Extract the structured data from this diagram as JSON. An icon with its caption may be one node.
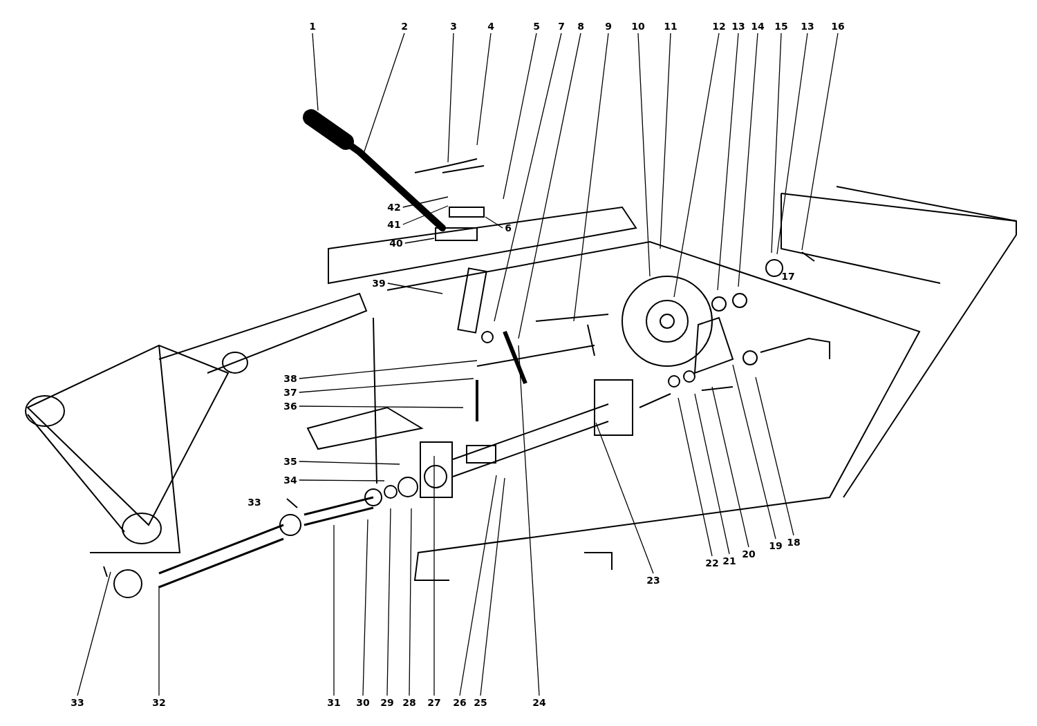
{
  "diagram": {
    "nodes": [
      {
        "text": [
          "1"
        ]
      },
      {
        "text": [
          "2"
        ]
      },
      {
        "text": [
          "3"
        ]
      },
      {
        "text": [
          "4"
        ]
      },
      {
        "text": [
          "5"
        ]
      },
      {
        "text": [
          "7"
        ]
      },
      {
        "text": [
          "8"
        ]
      },
      {
        "text": [
          "9"
        ]
      },
      {
        "text": [
          "10"
        ]
      },
      {
        "text": [
          "11"
        ]
      },
      {
        "text": [
          "12"
        ]
      },
      {
        "text": [
          "13"
        ]
      },
      {
        "text": [
          "14"
        ]
      },
      {
        "text": [
          "15"
        ]
      },
      {
        "text": [
          "13"
        ]
      },
      {
        "text": [
          "16"
        ]
      },
      {
        "text": [
          "42"
        ]
      },
      {
        "text": [
          "41"
        ]
      },
      {
        "text": [
          "6"
        ]
      },
      {
        "text": [
          "40"
        ]
      },
      {
        "text": [
          "39"
        ]
      },
      {
        "text": [
          "38"
        ]
      },
      {
        "text": [
          "37"
        ]
      },
      {
        "text": [
          "36"
        ]
      },
      {
        "text": [
          "35"
        ]
      },
      {
        "text": [
          "34"
        ]
      },
      {
        "text": [
          "33"
        ]
      },
      {
        "text": [
          "32"
        ]
      },
      {
        "text": [
          "31"
        ]
      },
      {
        "text": [
          "30"
        ]
      },
      {
        "text": [
          "29"
        ]
      },
      {
        "text": [
          "28"
        ]
      },
      {
        "text": [
          "27"
        ]
      },
      {
        "text": [
          "26"
        ]
      },
      {
        "text": [
          "25"
        ]
      },
      {
        "text": [
          "24"
        ]
      },
      {
        "text": [
          "23"
        ]
      },
      {
        "text": [
          "22"
        ]
      },
      {
        "text": [
          "21"
        ]
      },
      {
        "text": [
          "20"
        ]
      },
      {
        "text": [
          "19"
        ]
      },
      {
        "text": [
          "18"
        ]
      }
    ],
    "edges": [
      {
        "from": 0,
        "to": null,
        "arrow": "none"
      },
      {
        "from": 1,
        "to": null,
        "arrow": "none"
      },
      {
        "from": 2,
        "to": null,
        "arrow": "none"
      },
      {
        "from": 3,
        "to": null,
        "arrow": "none"
      },
      {
        "from": 4,
        "to": null,
        "arrow": "none"
      },
      {
        "from": 5,
        "to": null,
        "arrow": "none"
      },
      {
        "from": 6,
        "to": null,
        "arrow": "none"
      },
      {
        "from": 7,
        "to": null,
        "arrow": "none"
      },
      {
        "from": 8,
        "to": null,
        "arrow": "none"
      },
      {
        "from": 9,
        "to": null,
        "arrow": "none"
      },
      {
        "from": 10,
        "to": null,
        "arrow": "none"
      },
      {
        "from": 11,
        "to": null,
        "arrow": "none"
      },
      {
        "from": 12,
        "to": null,
        "arrow": "none"
      },
      {
        "from": 13,
        "to": null,
        "arrow": "none"
      },
      {
        "from": 14,
        "to": null,
        "arrow": "none"
      },
      {
        "from": 15,
        "to": null,
        "arrow": "none"
      },
      {
        "from": 16,
        "to": null,
        "arrow": "none"
      },
      {
        "from": 17,
        "to": null,
        "arrow": "none"
      },
      {
        "from": 18,
        "to": null,
        "arrow": "none"
      },
      {
        "from": 19,
        "to": null,
        "arrow": "none"
      },
      {
        "from": 20,
        "to": null,
        "arrow": "none"
      },
      {
        "from": 21,
        "to": null,
        "arrow": "none"
      },
      {
        "from": 22,
        "to": null,
        "arrow": "none"
      },
      {
        "from": 23,
        "to": null,
        "arrow": "none"
      },
      {
        "from": 24,
        "to": null,
        "arrow": "none"
      },
      {
        "from": 25,
        "to": null,
        "arrow": "none"
      },
      {
        "from": 26,
        "to": null,
        "arrow": "none"
      },
      {
        "from": 27,
        "to": null,
        "arrow": "none"
      },
      {
        "from": 28,
        "to": null,
        "arrow": "none"
      },
      {
        "from": 29,
        "to": null,
        "arrow": "none"
      },
      {
        "from": 30,
        "to": null,
        "arrow": "none"
      },
      {
        "from": 31,
        "to": null,
        "arrow": "none"
      },
      {
        "from": 32,
        "to": null,
        "arrow": "none"
      },
      {
        "from": 33,
        "to": null,
        "arrow": "none"
      },
      {
        "from": 34,
        "to": null,
        "arrow": "none"
      },
      {
        "from": 35,
        "to": null,
        "arrow": "none"
      },
      {
        "from": 36,
        "to": null,
        "arrow": "none"
      },
      {
        "from": 37,
        "to": null,
        "arrow": "none"
      },
      {
        "from": 38,
        "to": null,
        "arrow": "none"
      },
      {
        "from": 39,
        "to": null,
        "arrow": "none"
      },
      {
        "from": 40,
        "to": null,
        "arrow": "none"
      },
      {
        "from": 41,
        "to": null,
        "arrow": "none"
      }
    ],
    "labels": [
      "33",
      "17"
    ]
  }
}
